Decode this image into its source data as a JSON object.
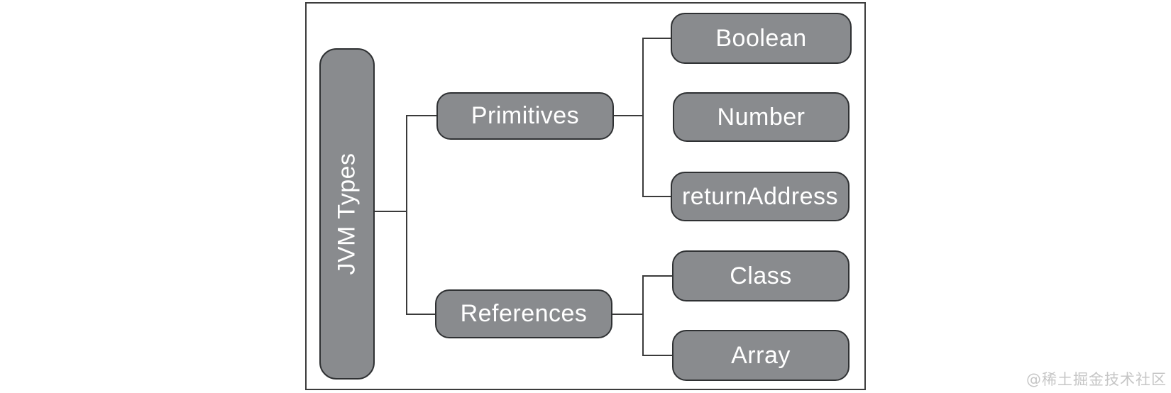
{
  "diagram": {
    "type": "tree",
    "root": "JVM Types",
    "branches": [
      {
        "label": "Primitives",
        "children": [
          "Boolean",
          "Number",
          "returnAddress"
        ]
      },
      {
        "label": "References",
        "children": [
          "Class",
          "Array"
        ]
      }
    ]
  },
  "nodes": {
    "jvm_types": "JVM Types",
    "primitives": "Primitives",
    "references": "References",
    "boolean": "Boolean",
    "number": "Number",
    "return_address": "returnAddress",
    "class": "Class",
    "array": "Array"
  },
  "watermark": "@稀土掘金技术社区",
  "colors": {
    "node_fill": "#898b8e",
    "node_border": "#2f3133",
    "node_text": "#ffffff",
    "connector": "#3a3a3a",
    "frame_border": "#3c3c3c",
    "watermark_text": "#c6c6c6",
    "canvas_bg": "#ffffff"
  }
}
